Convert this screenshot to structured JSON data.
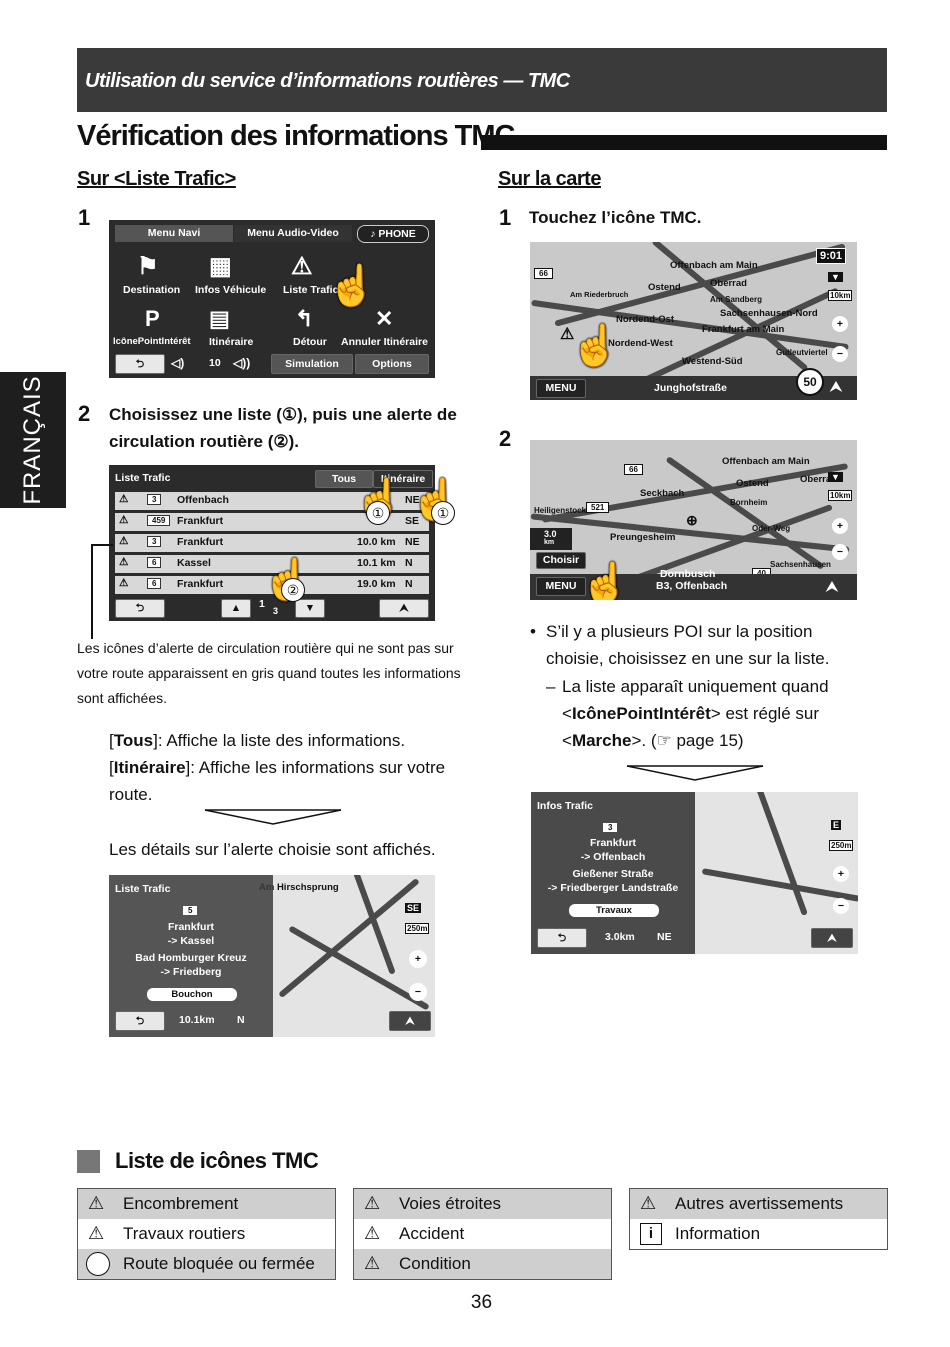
{
  "header": {
    "title": "Utilisation du service d’informations routières — TMC"
  },
  "page_title": "Vérification des informations TMC",
  "side_tab": "FRANÇAIS",
  "left": {
    "heading": "Sur <Liste Trafic>",
    "step1": "1",
    "menu_screen": {
      "tabs": [
        "Menu Navi",
        "Menu Audio-Video"
      ],
      "phone": "PHONE",
      "row1": [
        "Destination",
        "Infos Véhicule",
        "Liste Trafic"
      ],
      "row2": [
        "IcônePointIntérêt",
        "Itinéraire",
        "Détour",
        "Annuler Itinéraire"
      ],
      "volume": "10",
      "bottom": [
        "Simulation",
        "Options"
      ]
    },
    "step2": "2",
    "step2_text": "Choisissez une liste (①), puis une alerte de circulation routière (②).",
    "list_screen": {
      "title": "Liste Trafic",
      "tabs": [
        "Tous",
        "Itinéraire"
      ],
      "rows": [
        {
          "road": "3",
          "city": "Offenbach",
          "dist": "",
          "dir": "NE"
        },
        {
          "road": "459",
          "city": "Frankfurt",
          "dist": "",
          "dir": "SE"
        },
        {
          "road": "3",
          "city": "Frankfurt",
          "dist": "10.0 km",
          "dir": "NE"
        },
        {
          "road": "6",
          "city": "Kassel",
          "dist": "10.1 km",
          "dir": "N"
        },
        {
          "road": "6",
          "city": "Frankfurt",
          "dist": "19.0 km",
          "dir": "N"
        }
      ],
      "page": "1",
      "pages": "3"
    },
    "callout_1": "①",
    "callout_2": "②",
    "caption": "Les icônes d’alerte de circulation routière qui ne sont pas sur votre route apparaissent en gris quand toutes les informations sont affichées.",
    "desc_tous_key": "Tous",
    "desc_tous": ": Affiche la liste des informations.",
    "desc_itin_key": "Itinéraire",
    "desc_itin": ": Affiche les informations sur votre route.",
    "detail_text": "Les détails sur l’alerte choisie sont affichés.",
    "detail_screen": {
      "title": "Liste Trafic",
      "road": "5",
      "line1": "Frankfurt",
      "line2": "-> Kassel",
      "line3": "Bad Homburger Kreuz",
      "line4": "-> Friedberg",
      "status": "Bouchon",
      "dist": "10.1km",
      "dir": "N",
      "map_label": "Am Hirschsprung",
      "compass": "SE",
      "scale": "250m"
    }
  },
  "right": {
    "heading": "Sur la carte",
    "step1": "1",
    "step1_text": "Touchez l’icône TMC.",
    "map1": {
      "clock": "9:01",
      "scale": "10km",
      "labels": [
        "Offenbach am Main",
        "Ostend",
        "Oberrad",
        "Am Sandberg",
        "Sachsenhausen-Nord",
        "Nordend-Ost",
        "Frankfurt am Main",
        "Nordend-West",
        "Westend-Süd",
        "Gutleutviertel",
        "Am Riederbruch"
      ],
      "menu": "MENU",
      "street": "Junghofstraße",
      "speed": "50",
      "road_sign": "66"
    },
    "step2": "2",
    "map2": {
      "labels": [
        "Offenbach am Main",
        "Seckbach",
        "Ostend",
        "Oberrad",
        "Heiligenstock",
        "Preungesheim",
        "Oder-Weg",
        "Bornheim",
        "Sachsenhausen"
      ],
      "distance": "3.0",
      "unit": "km",
      "choose": "Choisir",
      "menu": "MENU",
      "street1": "Dornbusch",
      "street2": "B3, Offenbach",
      "road_sign": "66",
      "road_sign2": "521",
      "road_sign3": "40",
      "scale": "10km"
    },
    "bullet": "S’il y a plusieurs POI sur la position choisie, choisissez en une sur la liste.",
    "dash_1": "La liste apparaît uniquement quand <",
    "dash_key1": "IcônePointIntérêt",
    "dash_2": "> est réglé sur <",
    "dash_key2": "Marche",
    "dash_3": ">. (☞ page 15)",
    "info_screen": {
      "title": "Infos Trafic",
      "road": "3",
      "line1": "Frankfurt",
      "line2": "-> Offenbach",
      "line3": "Gießener Straße",
      "line4": "-> Friedberger Landstraße",
      "status": "Travaux",
      "dist": "3.0km",
      "dir": "NE",
      "compass": "E",
      "scale": "250m"
    }
  },
  "legend": {
    "heading": "Liste de icônes TMC",
    "col1": [
      "Encombrement",
      "Travaux routiers",
      "Route bloquée ou fermée"
    ],
    "col2": [
      "Voies étroites",
      "Accident",
      "Condition"
    ],
    "col3": [
      "Autres avertissements",
      "Information"
    ]
  },
  "page_number": "36"
}
